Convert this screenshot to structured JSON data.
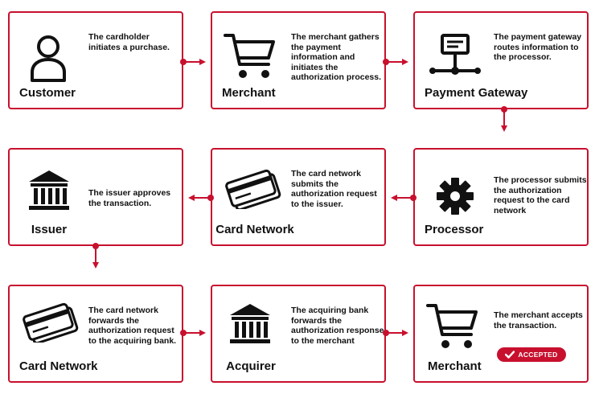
{
  "colors": {
    "accent": "#c8102e",
    "text": "#111111"
  },
  "steps": [
    {
      "title": "Customer",
      "icon": "person-icon",
      "desc": "The cardholder initiates a purchase."
    },
    {
      "title": "Merchant",
      "icon": "shopping-cart-icon",
      "desc": "The merchant gathers the payment information and initiates the authorization process."
    },
    {
      "title": "Payment Gateway",
      "icon": "gateway-terminal-icon",
      "desc": "The payment gateway routes information to the processor."
    },
    {
      "title": "Issuer",
      "icon": "bank-icon",
      "desc": "The issuer approves the transaction."
    },
    {
      "title": "Card Network",
      "icon": "credit-card-icon",
      "desc": "The card network submits the authorization request to the issuer."
    },
    {
      "title": "Processor",
      "icon": "gear-icon",
      "desc": "The processor submits the authorization request to the card network"
    },
    {
      "title": "Card Network",
      "icon": "credit-card-icon",
      "desc": "The card network forwards the authorization request to the acquiring bank."
    },
    {
      "title": "Acquirer",
      "icon": "bank-icon",
      "desc": "The acquiring bank forwards the authorization response to the merchant"
    },
    {
      "title": "Merchant",
      "icon": "shopping-cart-icon",
      "desc": "The merchant accepts the transaction."
    }
  ],
  "badge": {
    "label": "ACCEPTED",
    "icon": "checkmark-icon"
  }
}
